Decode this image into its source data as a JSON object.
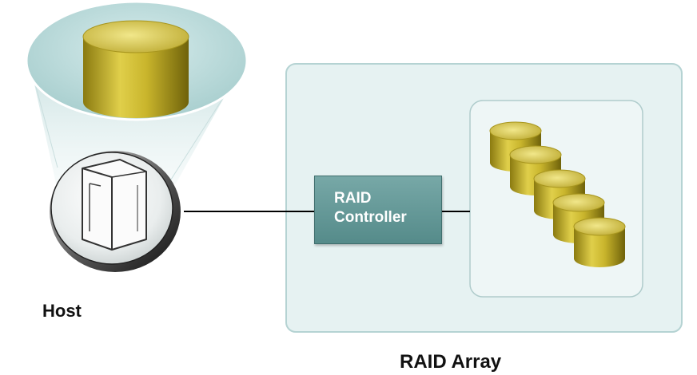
{
  "labels": {
    "host": "Host",
    "raid_array": "RAID Array",
    "controller_line1": "RAID",
    "controller_line2": "Controller"
  },
  "colors": {
    "array_panel_fill": "#e6f2f2",
    "array_panel_border": "#b5d3d3",
    "disk_panel_fill": "#eef6f6",
    "controller_fill": "#5f9392",
    "disk_gold": "#c7b42a",
    "connector_line": "#000000"
  },
  "icons": {
    "host": "server-tower-icon",
    "logical_volume": "logical-disk-icon",
    "physical_disk": "disk-cylinder-icon"
  },
  "disk_count": 5
}
